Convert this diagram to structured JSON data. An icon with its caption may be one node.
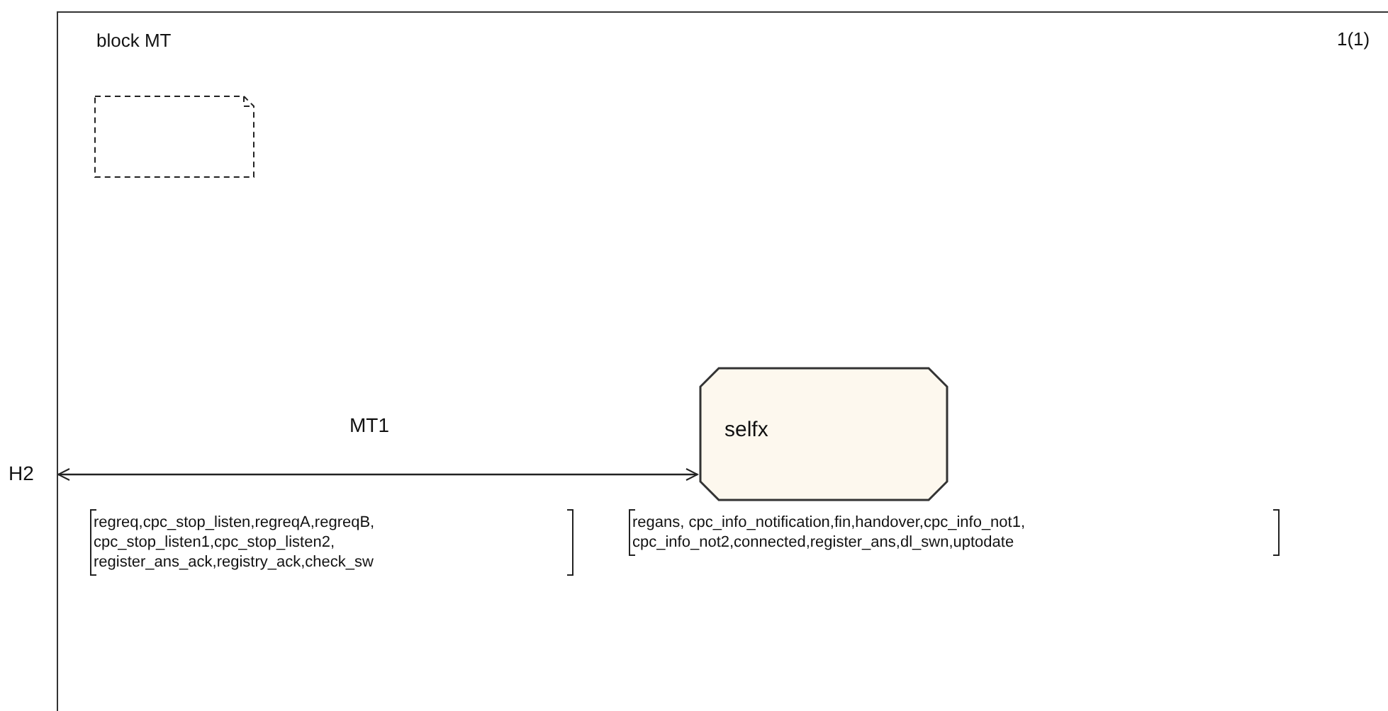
{
  "diagram": {
    "nodes": [
      {
        "text": [
          "block MT"
        ]
      },
      {
        "text": [
          "H2"
        ]
      },
      {
        "text": [
          "selfx"
        ],
        "in": 0
      }
    ],
    "edges": [
      {
        "from": 1,
        "to": 2,
        "arrow": "both",
        "label": "MT1"
      }
    ],
    "labels": [
      "1(1)",
      "regreq,cpc_stop_listen,regreqA,regreqB, cpc_stop_listen1,cpc_stop_listen2, register_ans_ack,registry_ack,check_sw",
      "regans, cpc_info_notification,fin,handover,cpc_info_not1, cpc_info_not2,connected,register_ans,dl_swn,uptodate"
    ]
  }
}
